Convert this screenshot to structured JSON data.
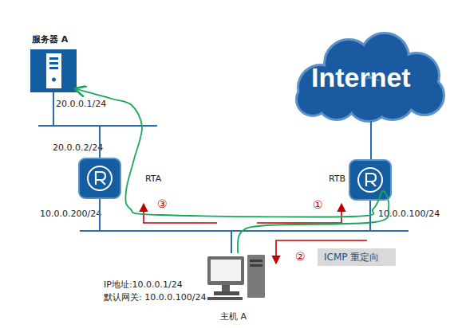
{
  "diagram": {
    "nodes": [
      {
        "text": [
          "服务器 A"
        ]
      },
      {
        "text": [
          "Internet"
        ]
      },
      {
        "text": [
          "RTA"
        ]
      },
      {
        "text": [
          "RTB"
        ]
      },
      {
        "text": [
          "ICMP 重定向"
        ]
      },
      {
        "text": [
          "主机 A"
        ]
      }
    ],
    "edges": [
      {
        "from": 0,
        "to": 2,
        "arrow": "none"
      },
      {
        "from": 1,
        "to": 3,
        "arrow": "none"
      },
      {
        "from": 2,
        "to": 5,
        "arrow": "none"
      },
      {
        "from": 3,
        "to": 5,
        "arrow": "none"
      },
      {
        "from": 5,
        "to": 0,
        "arrow": "to"
      }
    ],
    "labels": [
      "20.0.0.1/24",
      "20.0.0.2/24",
      "10.0.0.200/24",
      "10.0.0.100/24",
      "IP地址:10.0.0.1/24",
      "默认网关: 10.0.0.100/24",
      "①",
      "②",
      "③"
    ]
  }
}
